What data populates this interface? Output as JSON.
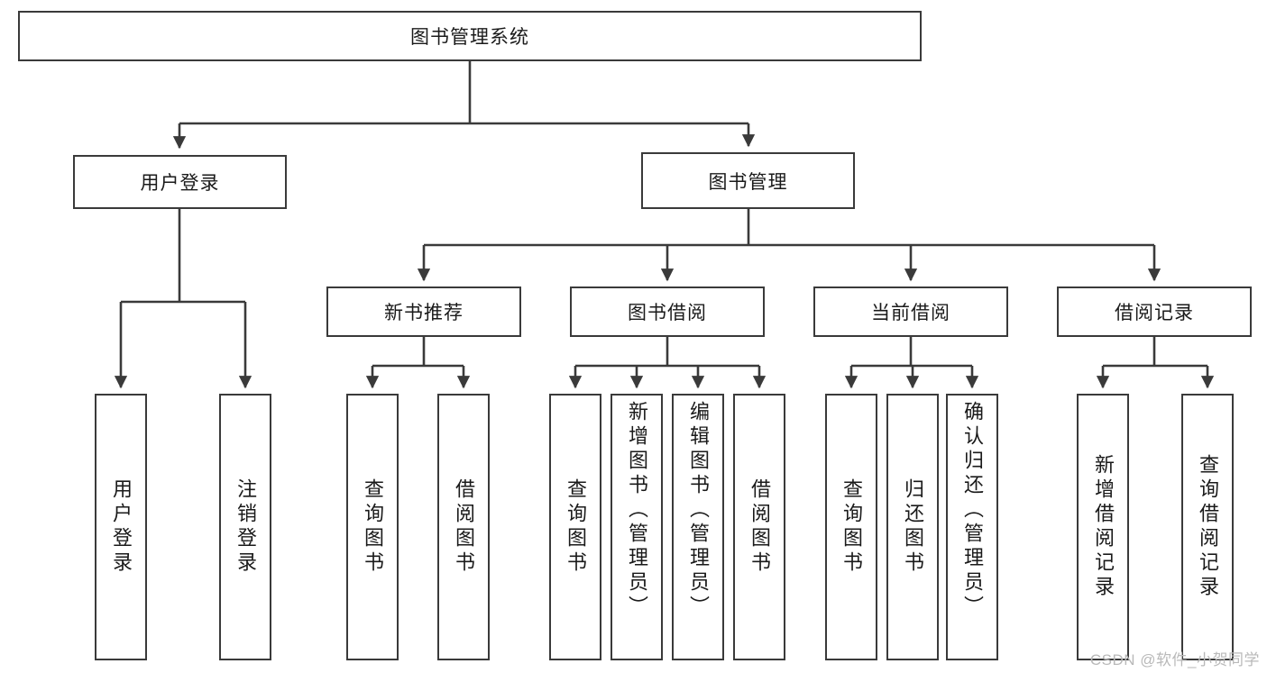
{
  "diagram": {
    "title": "图书管理系统",
    "type": "tree",
    "root": {
      "label": "图书管理系统",
      "children": [
        {
          "label": "用户登录",
          "children": [
            {
              "label": "用户登录"
            },
            {
              "label": "注销登录"
            }
          ]
        },
        {
          "label": "图书管理",
          "children": [
            {
              "label": "新书推荐",
              "children": [
                {
                  "label": "查询图书"
                },
                {
                  "label": "借阅图书"
                }
              ]
            },
            {
              "label": "图书借阅",
              "children": [
                {
                  "label": "查询图书"
                },
                {
                  "label": "新增图书（管理员）"
                },
                {
                  "label": "编辑图书（管理员）"
                },
                {
                  "label": "借阅图书"
                }
              ]
            },
            {
              "label": "当前借阅",
              "children": [
                {
                  "label": "查询图书"
                },
                {
                  "label": "归还图书"
                },
                {
                  "label": "确认归还（管理员）"
                }
              ]
            },
            {
              "label": "借阅记录",
              "children": [
                {
                  "label": "新增借阅记录"
                },
                {
                  "label": "查询借阅记录"
                }
              ]
            }
          ]
        }
      ]
    }
  },
  "nodes": {
    "root": "图书管理系统",
    "user_login": "用户登录",
    "book_manage": "图书管理",
    "new_book_rec": "新书推荐",
    "book_borrow": "图书借阅",
    "current_borrow": "当前借阅",
    "borrow_record": "借阅记录",
    "leaf_user_login": "用户登录",
    "leaf_user_logout": "注销登录",
    "leaf_rec_query": "查询图书",
    "leaf_rec_borrow": "借阅图书",
    "leaf_borrow_query": "查询图书",
    "leaf_borrow_add": "新增图书（管理员）",
    "leaf_borrow_edit": "编辑图书（管理员）",
    "leaf_borrow_borrow": "借阅图书",
    "leaf_cur_query": "查询图书",
    "leaf_cur_return": "归还图书",
    "leaf_cur_confirm": "确认归还（管理员）",
    "leaf_rec_add": "新增借阅记录",
    "leaf_rec_search": "查询借阅记录"
  },
  "watermark": "CSDN @软件_小贺同学",
  "colors": {
    "border": "#3a3a3a",
    "background": "#ffffff",
    "text": "#1a1a1a",
    "watermark": "#b9b9b9"
  }
}
